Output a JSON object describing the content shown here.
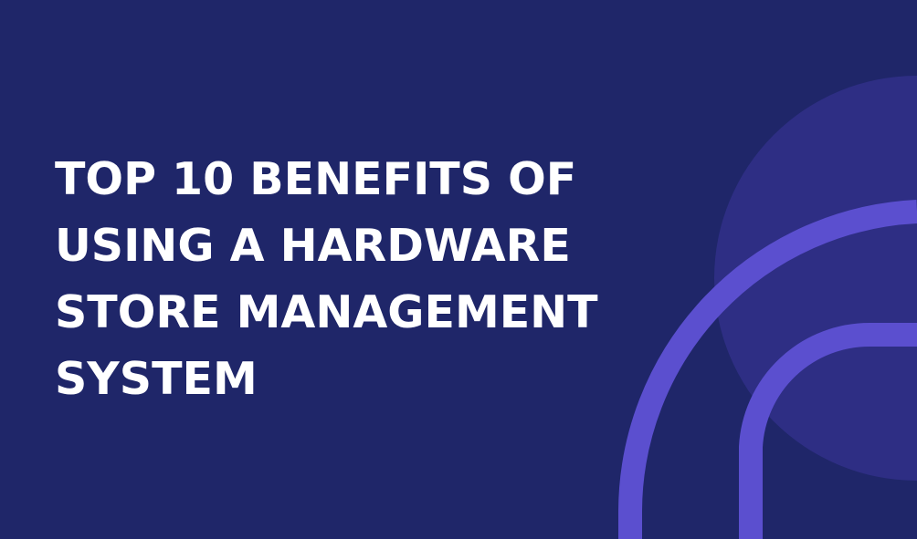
{
  "headline": {
    "lines": [
      "TOP 10 BENEFITS OF",
      "USING A HARDWARE",
      "STORE MANAGEMENT",
      "SYSTEM"
    ]
  },
  "colors": {
    "background": "#1f2669",
    "circle": "#2e2e84",
    "arcs": "#5b4fcf",
    "text": "#ffffff"
  }
}
